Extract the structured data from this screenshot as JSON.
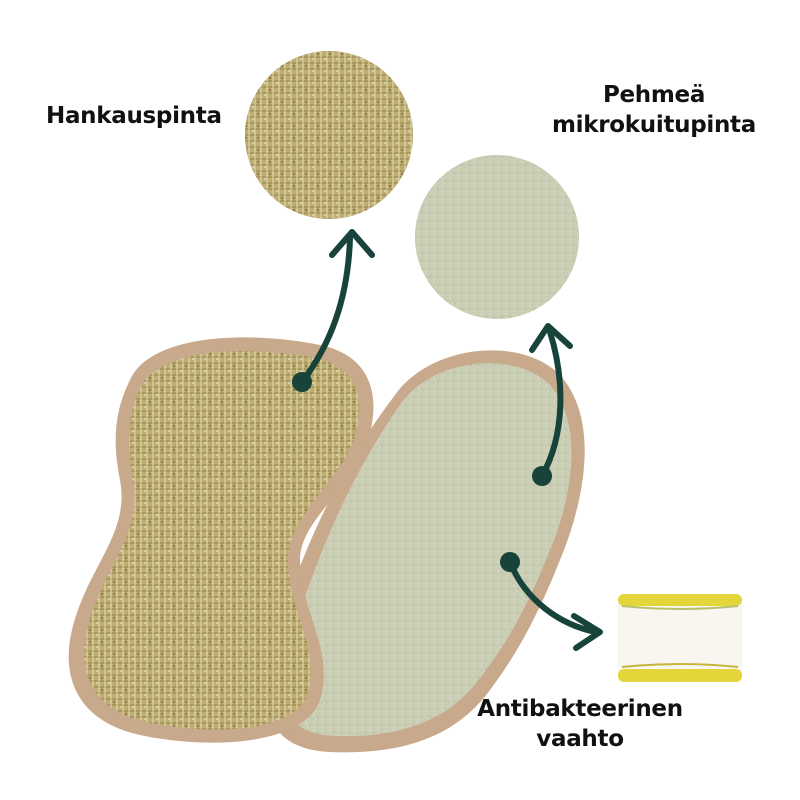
{
  "labels": {
    "scrub_surface": "Hankauspinta",
    "microfiber_line1": "Pehmeä",
    "microfiber_line2": "mikrokuitupinta",
    "foam_line1": "Antibakteerinen",
    "foam_line2": "vaahto"
  },
  "colors": {
    "background": "#ffffff",
    "arrow": "#17433a",
    "scrub_fabric": "#bfae73",
    "microfiber": "#c9cdb4",
    "trim": "#c9a98b",
    "foam": "#f8f6ee",
    "foam_edge": "#e3d53a",
    "text": "#111111"
  },
  "icons": [
    "arrow-icon",
    "arrow-icon",
    "arrow-icon"
  ]
}
